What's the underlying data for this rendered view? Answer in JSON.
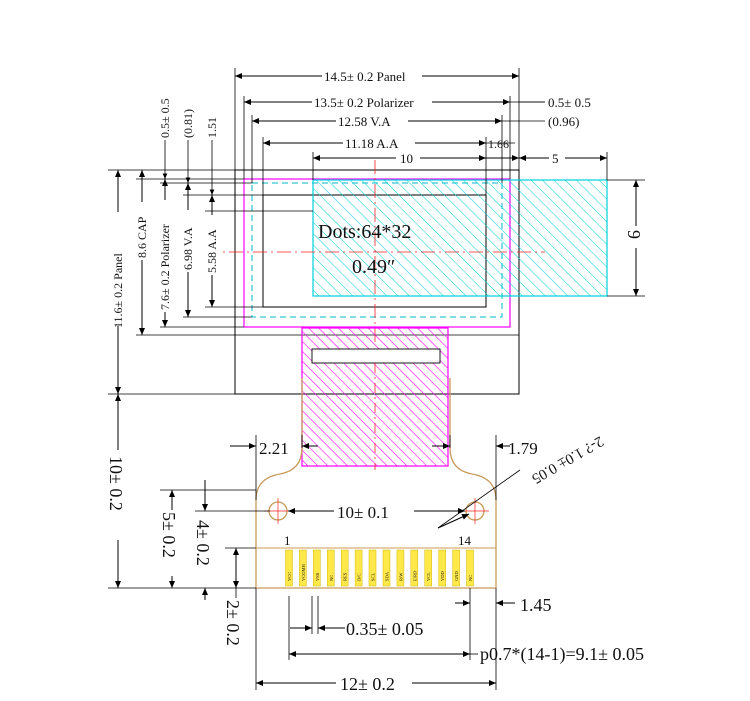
{
  "labels": {
    "panel_width": "14.5± 0.2 Panel",
    "polarizer_width": "13.5± 0.2 Polarizer",
    "va_width": "12.58 V.A",
    "aa_width": "11.18 A.A",
    "active_offset": "10",
    "dim_166": "1.66",
    "dim_5": "5",
    "right_05": "0.5± 0.5",
    "right_096": "(0.96)",
    "left_05": "0.5± 0.5",
    "left_081": "(0.81)",
    "left_151": "1.51",
    "va_height": "6.98 V.A",
    "aa_height": "5.58 A.A",
    "pol_height": "7.6± 0.2 Polarizer",
    "cap_height": "8.6 CAP",
    "panel_height": "11.6± 0.2 Panel",
    "dots": "Dots:64*32",
    "diag": "0.49″",
    "height_9": "9",
    "dim_221": "2.21",
    "dim_179": "1.79",
    "hole": "2-?  1.0± 0.05",
    "hole_pitch": "10± 0.1",
    "pin_first": "1",
    "pin_last": "14",
    "fpc_length": "10± 0.2",
    "dim_5_02": "5± 0.2",
    "dim_4_02": "4± 0.2",
    "dim_2_02": "2± 0.2",
    "dim_145": "1.45",
    "pin_width": "0.35± 0.05",
    "pitch_total": "p0.7*(14-1)=9.1± 0.05",
    "fpc_width": "12± 0.2"
  },
  "pin_names": [
    "VCC",
    "VCOMH",
    "VSS",
    "NC",
    "RES",
    "D/C",
    "SCL",
    "SDA",
    "R/W",
    "E/RD",
    "VCL",
    "VDD",
    "GND",
    "NC"
  ],
  "colors": {
    "line": "#000000",
    "magenta": "#ff00ff",
    "cyan": "#00d0d8",
    "red_center": "#ff2020",
    "fpc": "#c89a5a",
    "pads": "#ffe84a"
  }
}
